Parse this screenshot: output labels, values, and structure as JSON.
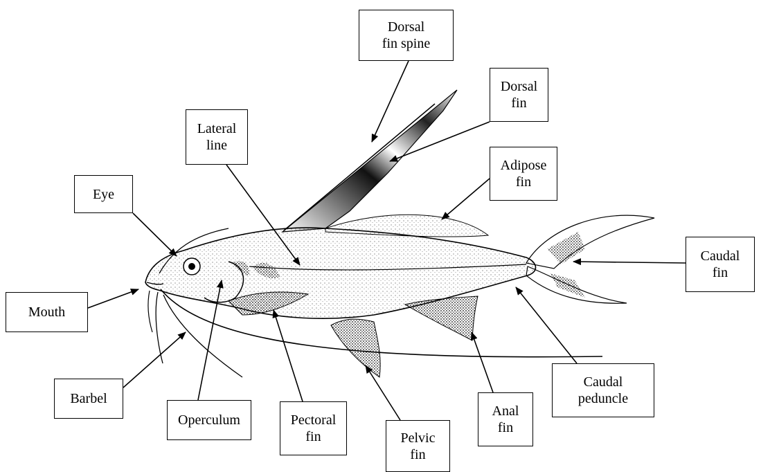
{
  "labels": {
    "dorsal_fin_spine": "Dorsal\nfin spine",
    "dorsal_fin": "Dorsal\nfin",
    "lateral_line": "Lateral\nline",
    "adipose_fin": "Adipose\nfin",
    "eye": "Eye",
    "caudal_fin": "Caudal\nfin",
    "mouth": "Mouth",
    "barbel": "Barbel",
    "operculum": "Operculum",
    "pectoral_fin": "Pectoral\nfin",
    "pelvic_fin": "Pelvic\nfin",
    "anal_fin": "Anal\nfin",
    "caudal_peduncle": "Caudal\npeduncle"
  }
}
